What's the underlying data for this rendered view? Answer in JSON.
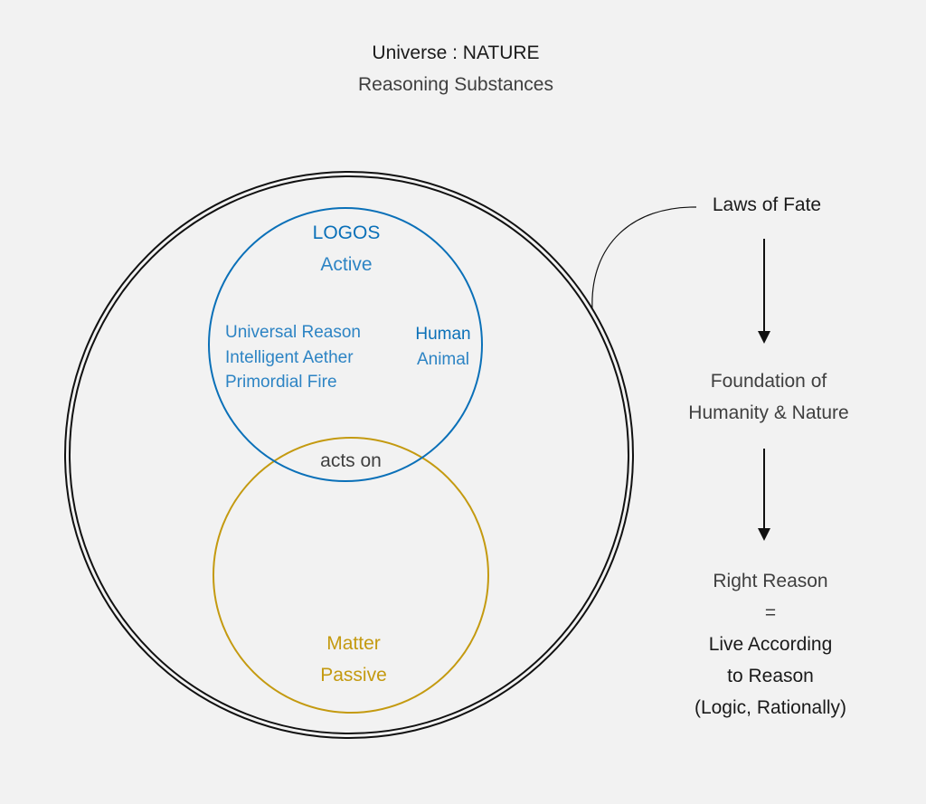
{
  "header": {
    "title": "Universe : NATURE",
    "subtitle": "Reasoning Substances"
  },
  "logos": {
    "title": "LOGOS",
    "quality": "Active",
    "attributes": [
      "Universal Reason",
      "Intelligent Aether",
      "Primordial Fire"
    ],
    "human_title": "Human",
    "human_sub": "Animal"
  },
  "relation": "acts on",
  "matter": {
    "title": "Matter",
    "quality": "Passive"
  },
  "flow": {
    "step1": "Laws of Fate",
    "step2_line1": "Foundation of",
    "step2_line2": "Humanity & Nature",
    "step3_line1": "Right Reason",
    "step3_line2": "=",
    "step3_line3": "Live According",
    "step3_line4": "to Reason",
    "step3_line5": "(Logic, Rationally)"
  },
  "colors": {
    "logos": "#0a70b8",
    "matter": "#c49a10",
    "outline": "#111111",
    "background": "#f2f2f2"
  }
}
